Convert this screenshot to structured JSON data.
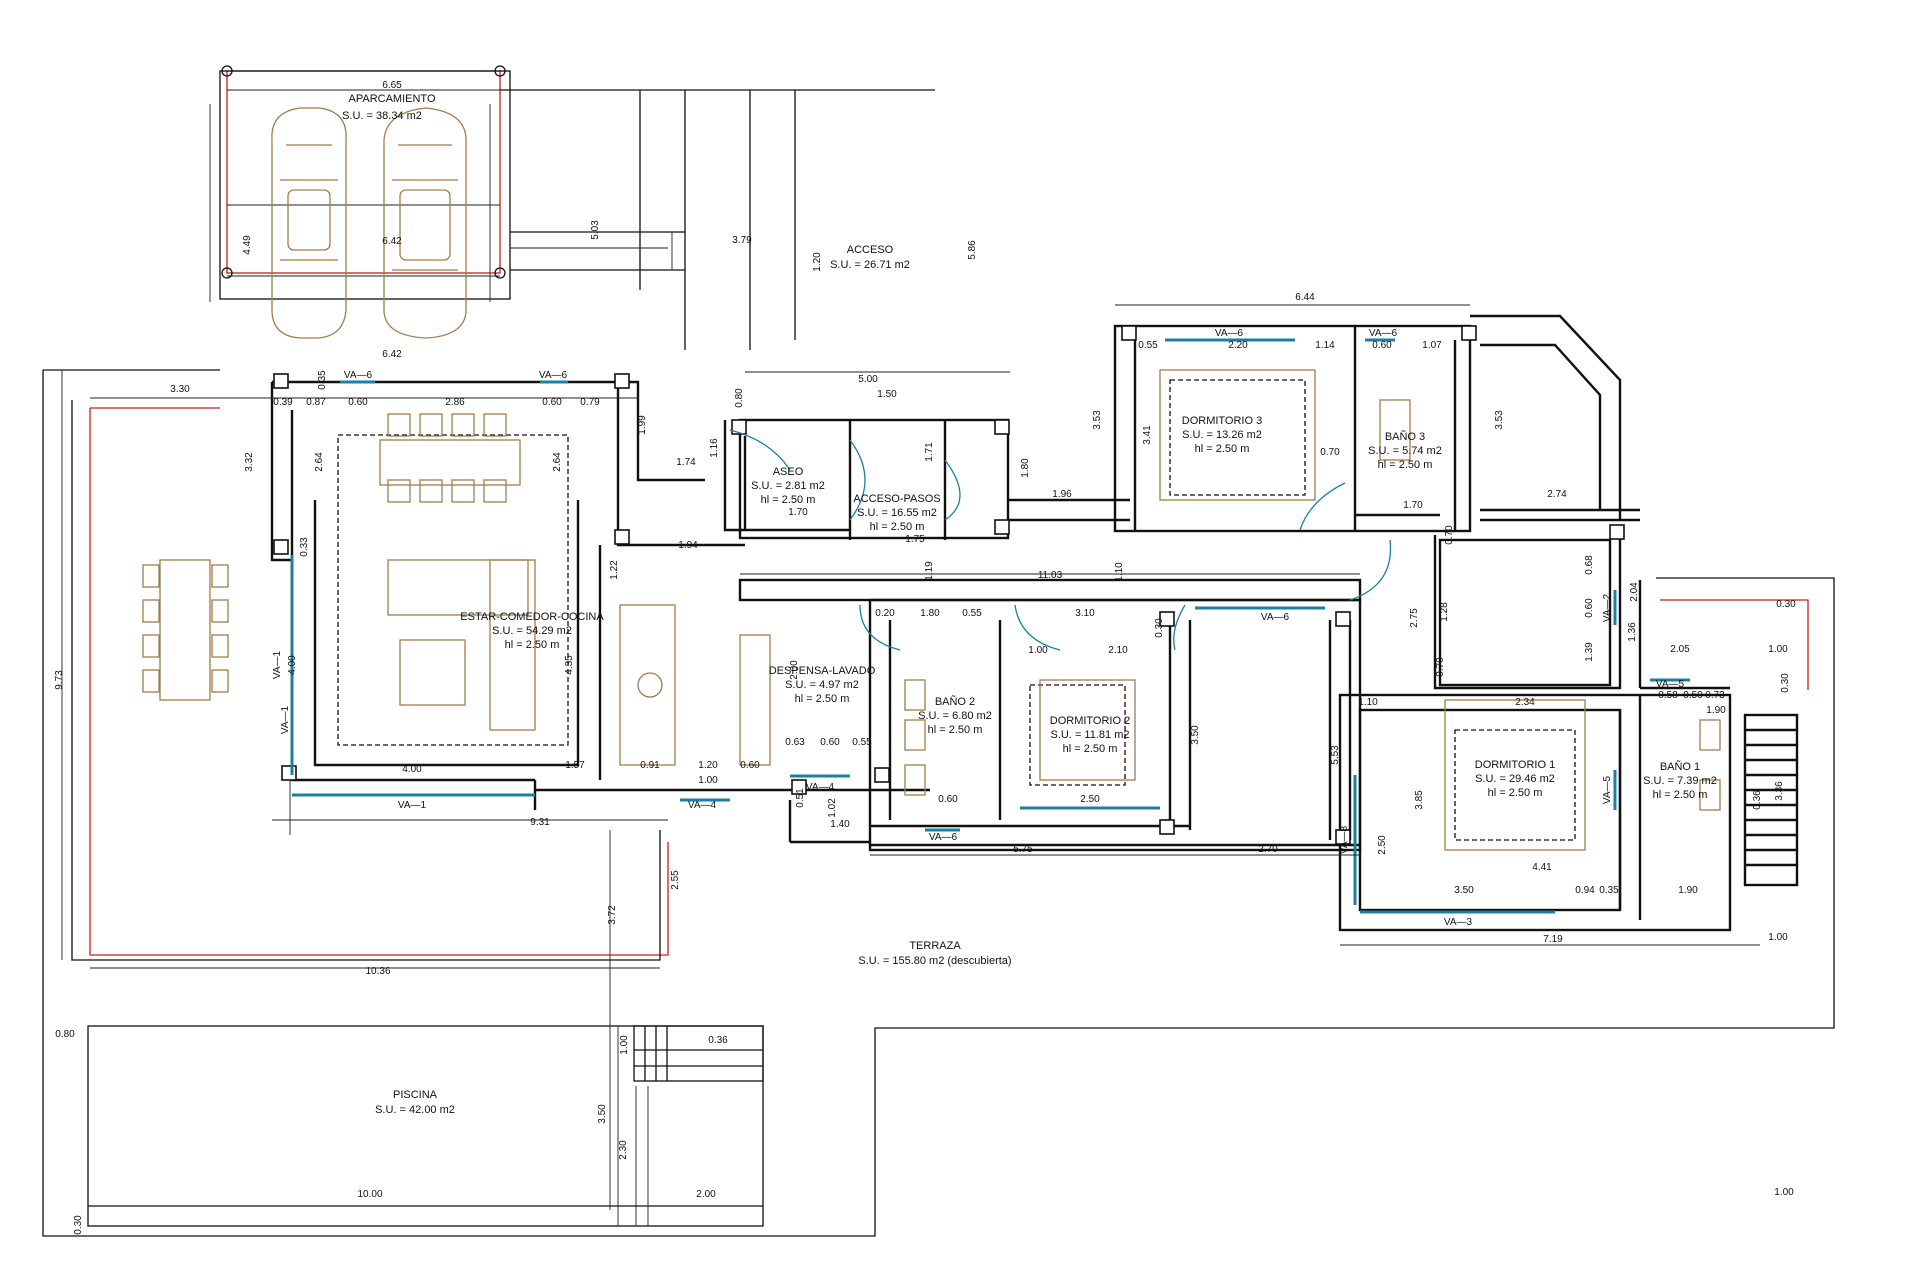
{
  "rooms": [
    {
      "id": "aparcamiento",
      "name": "APARCAMIENTO",
      "area": "S.U. = 38.34 m2"
    },
    {
      "id": "acceso",
      "name": "ACCESO",
      "area": "S.U. = 26.71 m2"
    },
    {
      "id": "aseo",
      "name": "ASEO",
      "area": "S.U. = 2.81 m2",
      "height": "hl = 2.50 m"
    },
    {
      "id": "acceso-pasos",
      "name": "ACCESO-PASOS",
      "area": "S.U. = 16.55 m2",
      "height": "hl = 2.50 m"
    },
    {
      "id": "dormitorio-3",
      "name": "DORMITORIO 3",
      "area": "S.U. = 13.26 m2",
      "height": "hl = 2.50 m"
    },
    {
      "id": "bano-3",
      "name": "BAÑO 3",
      "area": "S.U. = 5.74 m2",
      "height": "hl = 2.50 m"
    },
    {
      "id": "estar",
      "name": "ESTAR-COMEDOR-COCINA",
      "area": "S.U. = 54.29 m2",
      "height": "hl = 2.50 m"
    },
    {
      "id": "despensa",
      "name": "DESPENSA-LAVADO",
      "area": "S.U. = 4.97 m2",
      "height": "hl = 2.50 m"
    },
    {
      "id": "bano-2",
      "name": "BAÑO 2",
      "area": "S.U. = 6.80 m2",
      "height": "hl = 2.50 m"
    },
    {
      "id": "dormitorio-2",
      "name": "DORMITORIO 2",
      "area": "S.U. = 11.81 m2",
      "height": "hl = 2.50 m"
    },
    {
      "id": "dormitorio-1",
      "name": "DORMITORIO 1",
      "area": "S.U. = 29.46 m2",
      "height": "hl = 2.50 m"
    },
    {
      "id": "bano-1",
      "name": "BAÑO 1",
      "area": "S.U. = 7.39 m2",
      "height": "hl = 2.50 m"
    },
    {
      "id": "terraza",
      "name": "TERRAZA",
      "area": "S.U. = 155.80 m2 (descubierta)"
    },
    {
      "id": "piscina",
      "name": "PISCINA",
      "area": "S.U. = 42.00 m2"
    }
  ],
  "dimensions": [
    "6.65",
    "6.42",
    "6.42",
    "4.49",
    "5.03",
    "3.79",
    "1.20",
    "5.86",
    "6.44",
    "3.30",
    "0.39",
    "0.87",
    "0.60",
    "2.86",
    "0.60",
    "0.79",
    "0.35",
    "3.32",
    "2.64",
    "2.64",
    "1.99",
    "5.00",
    "1.50",
    "0.80",
    "1.16",
    "1.74",
    "1.70",
    "1.71",
    "1.75",
    "1.80",
    "1.96",
    "3.53",
    "3.41",
    "2.20",
    "1.14",
    "0.60",
    "1.07",
    "0.70",
    "1.70",
    "3.53",
    "2.74",
    "0.55",
    "1.94",
    "1.22",
    "1.19",
    "11.03",
    "1.10",
    "0.33",
    "9.73",
    "4.00",
    "4.00",
    "4.35",
    "0.20",
    "1.80",
    "0.55",
    "3.10",
    "1.00",
    "2.10",
    "0.30",
    "2.00",
    "0.63",
    "0.60",
    "0.55",
    "1.57",
    "0.91",
    "1.20",
    "0.60",
    "1.00",
    "0.51",
    "1.02",
    "1.40",
    "0.60",
    "2.50",
    "3.50",
    "5.53",
    "5.75",
    "2.70",
    "9.31",
    "2.55",
    "3.72",
    "10.36",
    "2.75",
    "1.28",
    "0.70",
    "0.70",
    "0.68",
    "0.60",
    "1.39",
    "2.34",
    "1.10",
    "0.58",
    "0.50",
    "0.73",
    "1.90",
    "3.85",
    "4.41",
    "3.50",
    "0.94",
    "0.35",
    "1.90",
    "2.50",
    "7.19",
    "1.00",
    "2.05",
    "1.00",
    "0.30",
    "1.36",
    "0.36",
    "2.04",
    "3.36",
    "0.30",
    "1.00",
    "0.80",
    "0.36",
    "1.00",
    "3.50",
    "2.30",
    "10.00",
    "2.00",
    "0.30"
  ],
  "windows": [
    "VA—6",
    "VA—6",
    "VA—6",
    "VA—6",
    "VA—1",
    "VA—1",
    "VA—4",
    "VA—4",
    "VA—6",
    "VA—6",
    "VA—8",
    "VA—3",
    "VA—2",
    "VA—5",
    "VA—5",
    "VA—1"
  ]
}
